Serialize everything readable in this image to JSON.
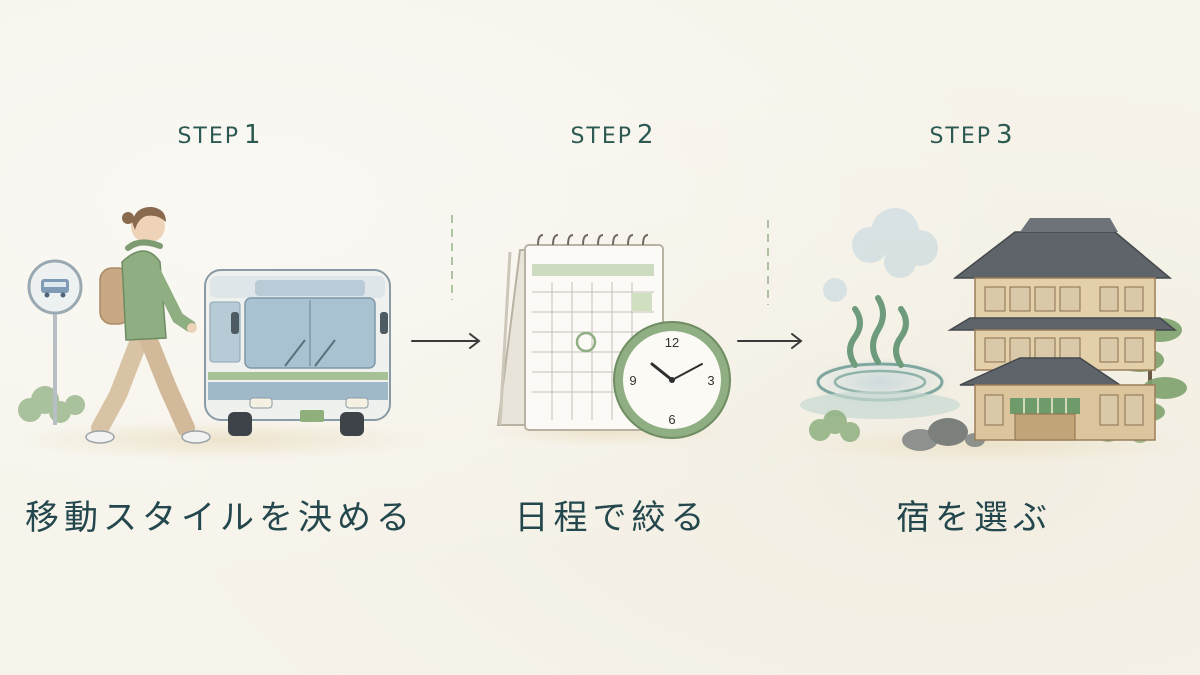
{
  "steps": [
    {
      "label": "STEP",
      "number": "1",
      "caption": "移動スタイルを決める",
      "illustration": "walker-and-bus",
      "icon": "bus-stop-icon"
    },
    {
      "label": "STEP",
      "number": "2",
      "caption": "日程で絞る",
      "illustration": "calendar-and-clock",
      "icon": "clock-icon"
    },
    {
      "label": "STEP",
      "number": "3",
      "caption": "宿を選ぶ",
      "illustration": "hot-spring-and-inn",
      "icon": "hot-spring-icon"
    }
  ],
  "clock": {
    "numerals": [
      "12",
      "3",
      "6",
      "9"
    ]
  },
  "colors": {
    "background": "#f6f3ea",
    "label": "#2c5a52",
    "caption": "#23474c",
    "accent_green": "#8fae82",
    "bus_blue": "#9fb9c9"
  }
}
